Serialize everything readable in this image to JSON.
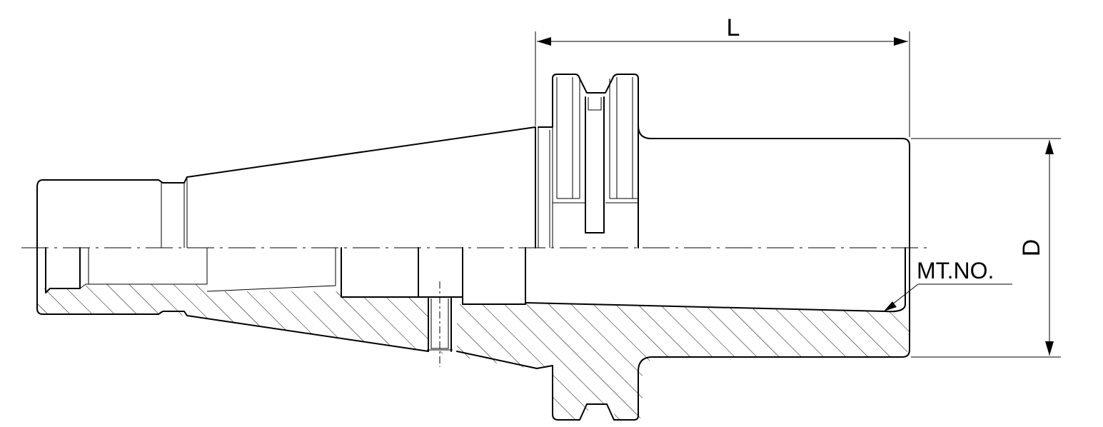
{
  "diagram": {
    "labels": {
      "length": "L",
      "diameter": "D",
      "morse_taper": "MT.NO."
    },
    "colors": {
      "line": "#000000",
      "background": "#ffffff"
    }
  }
}
